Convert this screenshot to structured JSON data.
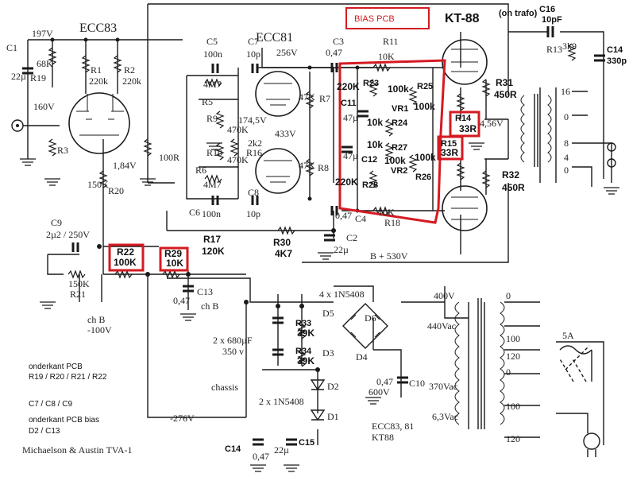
{
  "credit": "Michaelson & Austin TVA-1",
  "tubes": {
    "ecc83": "ECC83",
    "ecc81": "ECC81",
    "kt88": "KT-88"
  },
  "bias_pcb_label": "BIAS PCB",
  "on_trafo": "(on trafo)",
  "volt": {
    "v197": "197V",
    "v160": "160V",
    "v184": "1,84V",
    "v256": "256V",
    "v433": "433V",
    "v1745": "174,5V",
    "v456": "4,56V",
    "b530": "B + 530V",
    "chb": "ch B",
    "chb100": "ch B",
    "m100": "-100V",
    "m276": "-276V",
    "v400": "400V",
    "ac440": "440Vac",
    "ac370": "370Vac",
    "ac63": "6,3Vac",
    "ecc8381": "ECC83, 81",
    "kt88b": "KT88",
    "chassis": "chassis"
  },
  "components": {
    "c1": "C1",
    "c1v": "22µ",
    "r19": "R19",
    "r19v": "68K",
    "r1": "R1",
    "r1v": "220k",
    "r2": "R2",
    "r2v": "220k",
    "r3": "R3",
    "r100r": "100R",
    "r20v": "150K",
    "r20": "R20",
    "c9": "C9",
    "c9v": "2µ2 / 250V",
    "r22": "R22",
    "r22v": "100K",
    "r29": "R29",
    "r29v": "10K",
    "r21v": "150K",
    "r21": "R21",
    "c13": "C13",
    "c13v": "0,47",
    "c5": "C5",
    "c5v": "100n",
    "c7": "C7",
    "c7v": "10p",
    "r5": "R5",
    "r5v": "4M7",
    "r9": "R9",
    "r9v": "470K",
    "r16": "R16",
    "r16v": "2k2",
    "r10": "R10",
    "r10v": "470K",
    "r6": "R6",
    "r6v": "4M7",
    "c6": "C6",
    "c6v": "100n",
    "c8": "C8",
    "c8v": "10p",
    "r7": "R7",
    "r7v": "47K",
    "r8": "R8",
    "r8v": "47K",
    "r17": "R17",
    "r17v": "120K",
    "r30": "R30",
    "r30v": "4K7",
    "c2": "C2",
    "c2v": "22µ",
    "c3": "C3",
    "c3v": "0,47",
    "c4": "C4",
    "c4v": "0,47",
    "r11": "R11",
    "r11v": "10K",
    "r18": "R18",
    "r18v": "10K",
    "r23v": "220K",
    "r23": "R23",
    "c11": "C11",
    "c11v": "47µ",
    "r25v": "100k",
    "r25": "R25",
    "vr1": "VR1",
    "vr1v": "100k",
    "r24v": "10k",
    "r24": "R24",
    "r27v": "10k",
    "r27": "R27",
    "c12": "C12",
    "c12v": "47µ",
    "vr2v": "100k",
    "vr2": "VR2",
    "r26v": "100k",
    "r26": "R26",
    "r28v": "220K",
    "r28": "R28",
    "c16": "C16",
    "c16v": "10pF",
    "r13": "R13",
    "r13v": "3k9",
    "c14": "C14",
    "c14v": "330p",
    "r31": "R31",
    "r31v": "450R",
    "r32": "R32",
    "r32v": "450R",
    "r14": "R14",
    "r14v": "33R",
    "r15": "R15",
    "r15v": "33R",
    "tap16": "16",
    "tap0a": "0",
    "tap8": "8",
    "tap4": "4",
    "tap0b": "0",
    "bridge": "4 x 1N5408",
    "d5": "D5",
    "d6": "D6",
    "d3": "D3",
    "d4": "D4",
    "caps": "2 x 680µF",
    "capsv": "350 v",
    "r33": "R33",
    "r33v": "39K",
    "r34": "R34",
    "r34v": "39K",
    "c10": "C10",
    "c10v": "0,47",
    "c10v2": "600V",
    "d2": "D2",
    "d1": "D1",
    "diodes": "2 x 1N5408",
    "c14b": "C14",
    "c14bv": "0,47",
    "c15": "C15",
    "c15v": "22µ",
    "fuse": "5A",
    "p0": "0",
    "p100a": "100",
    "p120a": "120",
    "p0b": "0",
    "p100b": "100",
    "p120b": "120"
  },
  "notes": [
    "onderkant PCB",
    "R19  / R20 / R21 / R22",
    "C7 / C8 / C9",
    "onderkant PCB bias",
    "D2 / C13"
  ],
  "colors": {
    "highlight": "#d51a22",
    "wire": "#1a1a1a"
  }
}
